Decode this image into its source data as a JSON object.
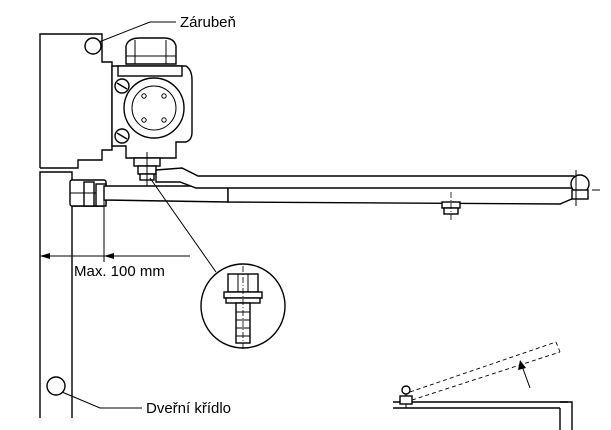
{
  "labels": {
    "frame": "Zárubeň",
    "max_dimension": "Max. 100 mm",
    "door_leaf": "Dveřní křídlo"
  },
  "colors": {
    "ink": "#000000",
    "paper": "#ffffff"
  }
}
